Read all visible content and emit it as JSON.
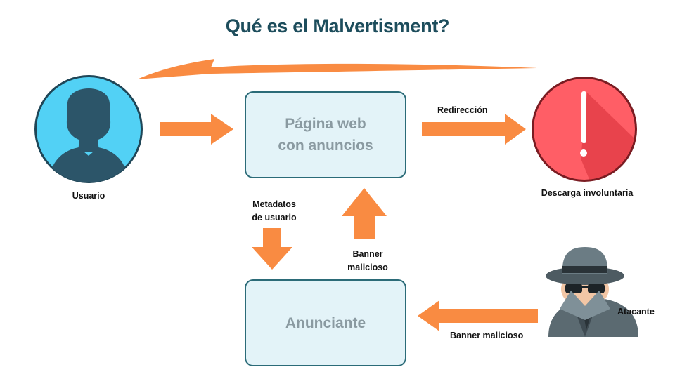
{
  "title": "Qué es el Malvertisment?",
  "nodes": {
    "webpage": {
      "line1": "Página web",
      "line2": "con anuncios"
    },
    "advertiser": {
      "label": "Anunciante"
    },
    "user": {
      "label": "Usuario"
    },
    "download": {
      "label": "Descarga involuntaria"
    },
    "attacker": {
      "label": "Atacante"
    }
  },
  "edges": {
    "redirect": "Redirección",
    "metadata_line1": "Metadatos",
    "metadata_line2": "de usuario",
    "banner_up_line1": "Banner",
    "banner_up_line2": "malicioso",
    "banner_attacker": "Banner malicioso"
  },
  "colors": {
    "title": "#1d4d5c",
    "arrow": "#f98b42",
    "user_circle": "#52d1f5",
    "user_silhouette": "#2c5569",
    "warning_circle": "#ff4f5a",
    "box_fill": "#e3f3f8",
    "box_border": "#2b6b78"
  },
  "icons": [
    "user-avatar-icon",
    "warning-exclamation-icon",
    "spy-attacker-icon"
  ]
}
